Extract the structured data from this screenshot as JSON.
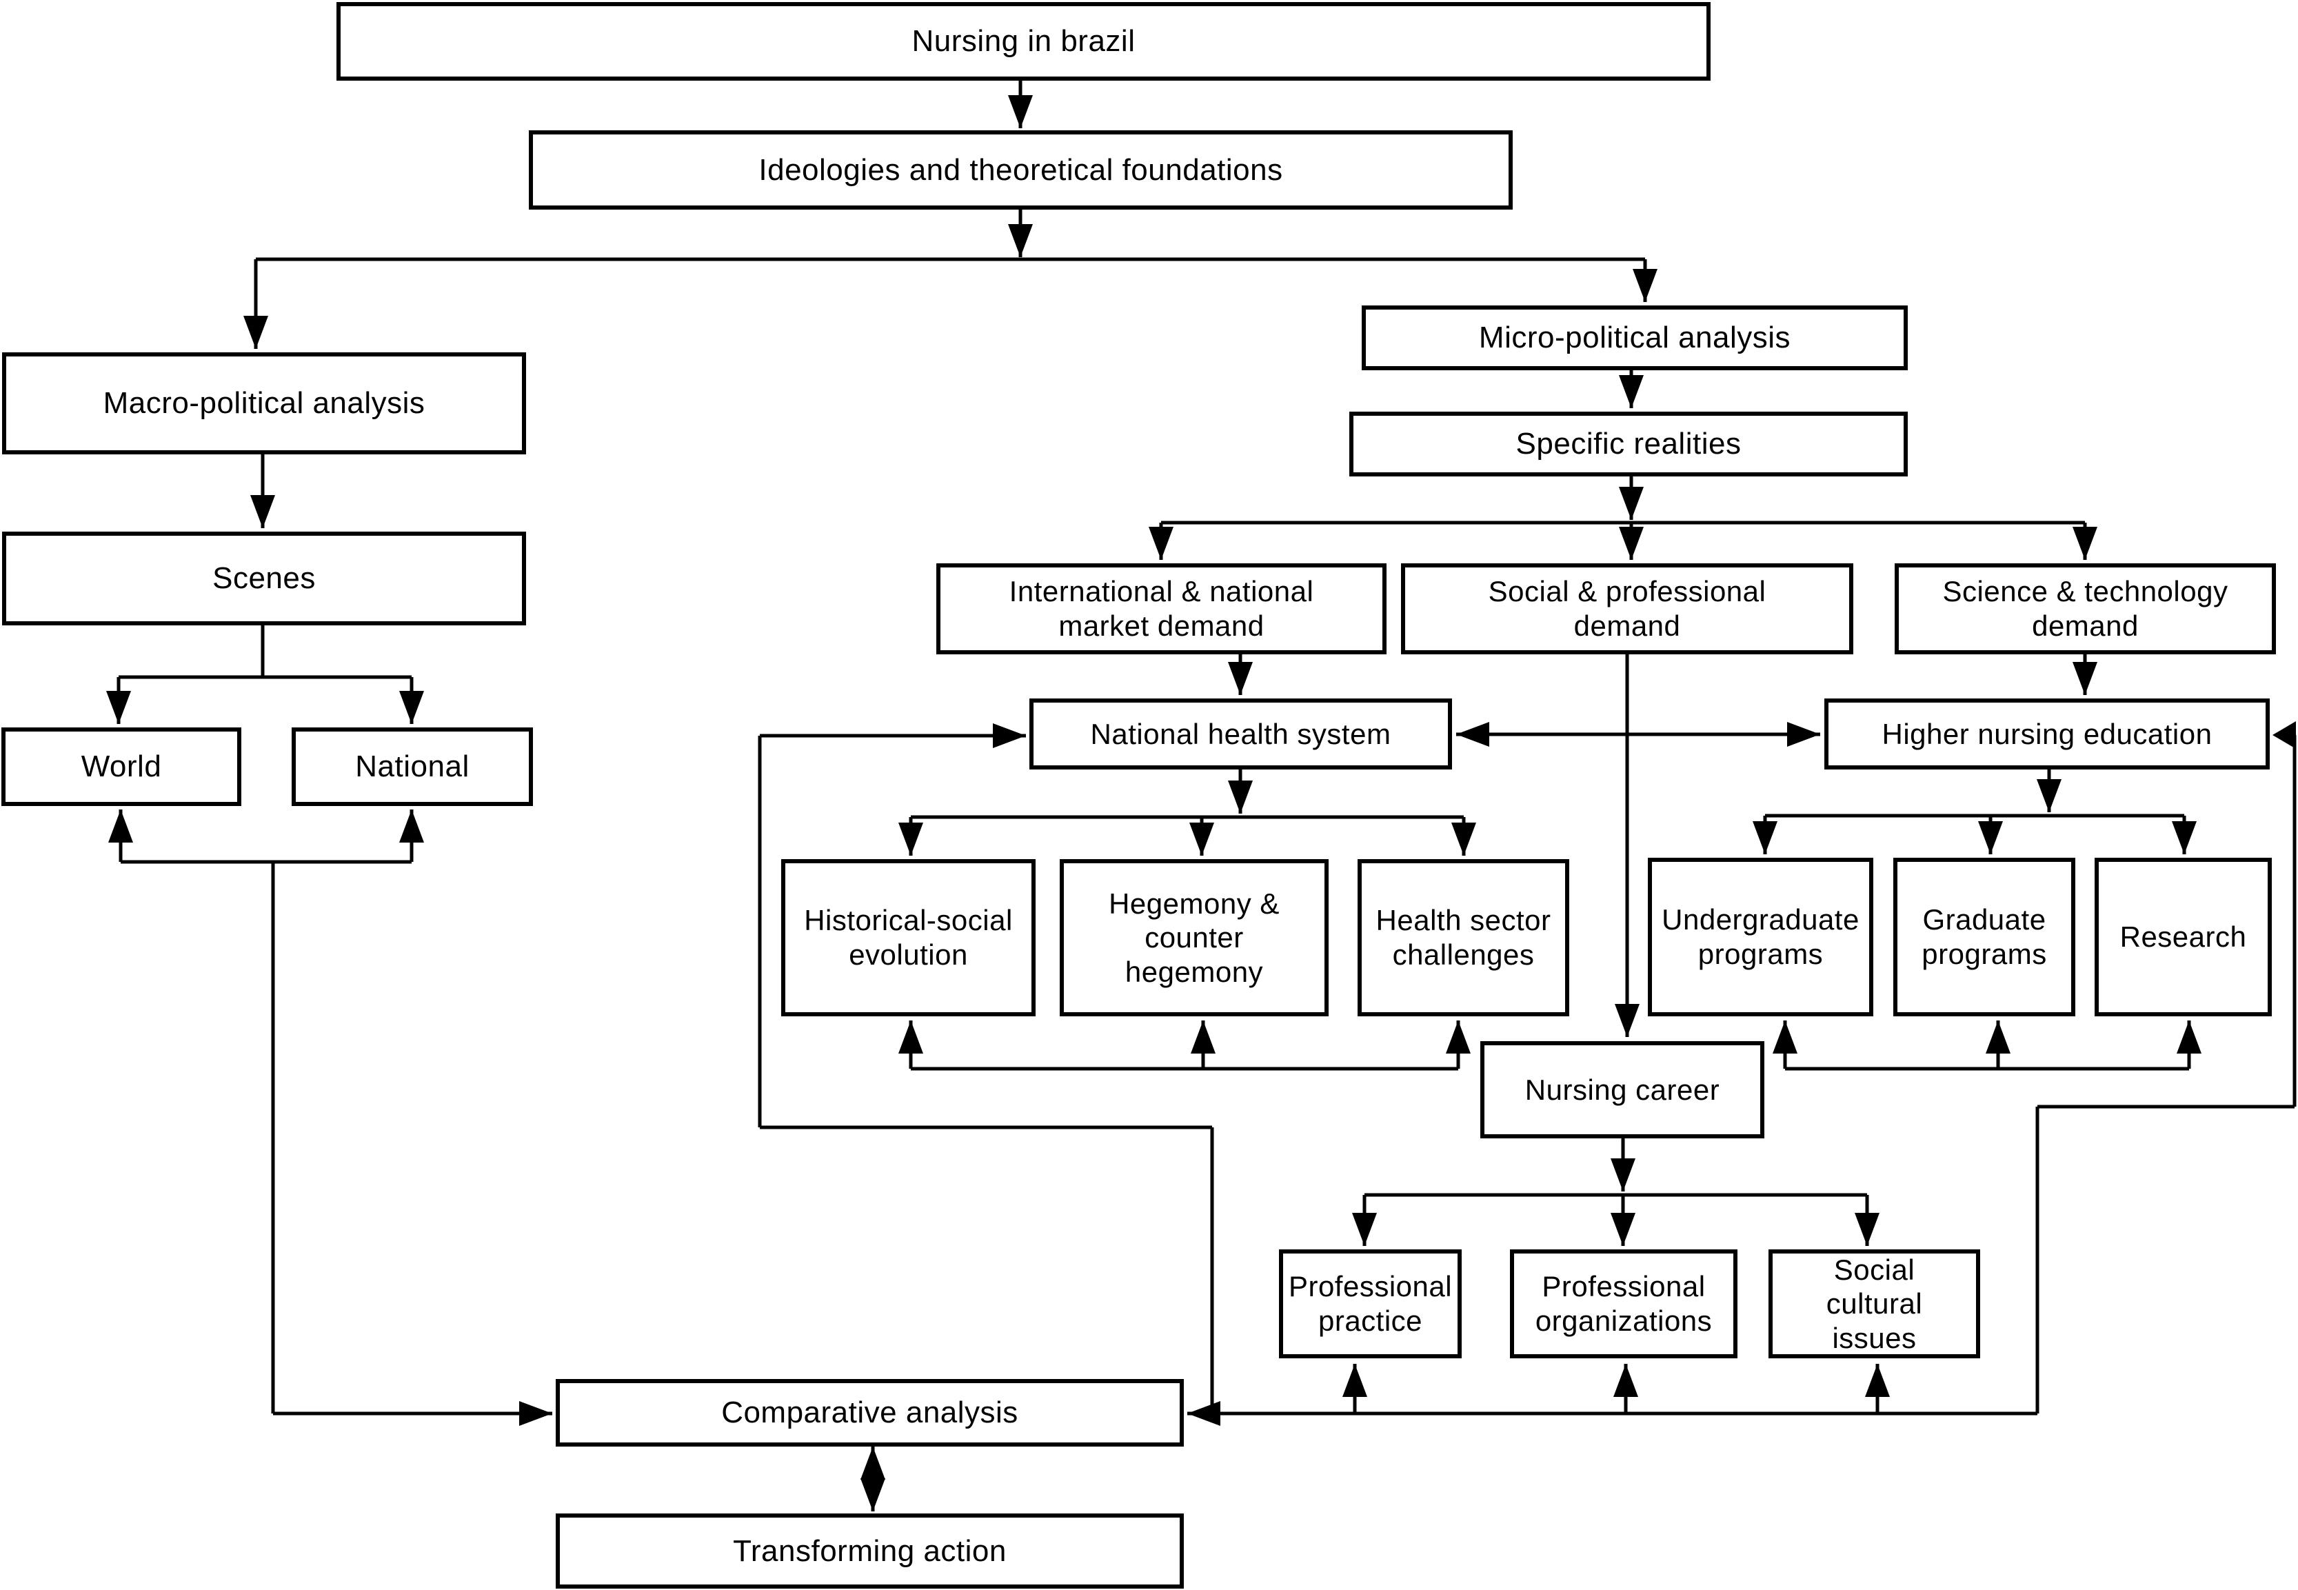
{
  "diagram": {
    "title": "Nursing in brazil",
    "colors": {
      "background": "#ffffff",
      "line": "#000000",
      "box_fill": "#ffffff"
    },
    "nodes": {
      "nursing_in_brazil": {
        "label": "Nursing in brazil"
      },
      "ideologies": {
        "label": "Ideologies and theoretical foundations"
      },
      "macro_political": {
        "label": "Macro-political analysis"
      },
      "scenes": {
        "label": "Scenes"
      },
      "world": {
        "label": "World"
      },
      "national": {
        "label": "National"
      },
      "micro_political": {
        "label": "Micro-political analysis"
      },
      "specific_realities": {
        "label": "Specific realities"
      },
      "intl_market_demand": {
        "label": "International & national\nmarket demand"
      },
      "social_prof_demand": {
        "label": "Social & professional\ndemand"
      },
      "sci_tech_demand": {
        "label": "Science & technology\ndemand"
      },
      "national_health": {
        "label": "National health system"
      },
      "higher_nursing_ed": {
        "label": "Higher nursing education"
      },
      "historical_social": {
        "label": "Historical-social\nevolution"
      },
      "hegemony": {
        "label": "Hegemony &\ncounter\nhegemony"
      },
      "health_challenges": {
        "label": "Health sector\nchallenges"
      },
      "undergraduate": {
        "label": "Undergraduate\nprograms"
      },
      "graduate": {
        "label": "Graduate\nprograms"
      },
      "research": {
        "label": "Research"
      },
      "nursing_career": {
        "label": "Nursing career"
      },
      "prof_practice": {
        "label": "Professional\npractice"
      },
      "prof_orgs": {
        "label": "Professional\norganizations"
      },
      "social_cultural": {
        "label": "Social\ncultural\nissues"
      },
      "comparative": {
        "label": "Comparative analysis"
      },
      "transforming": {
        "label": "Transforming action"
      }
    }
  }
}
